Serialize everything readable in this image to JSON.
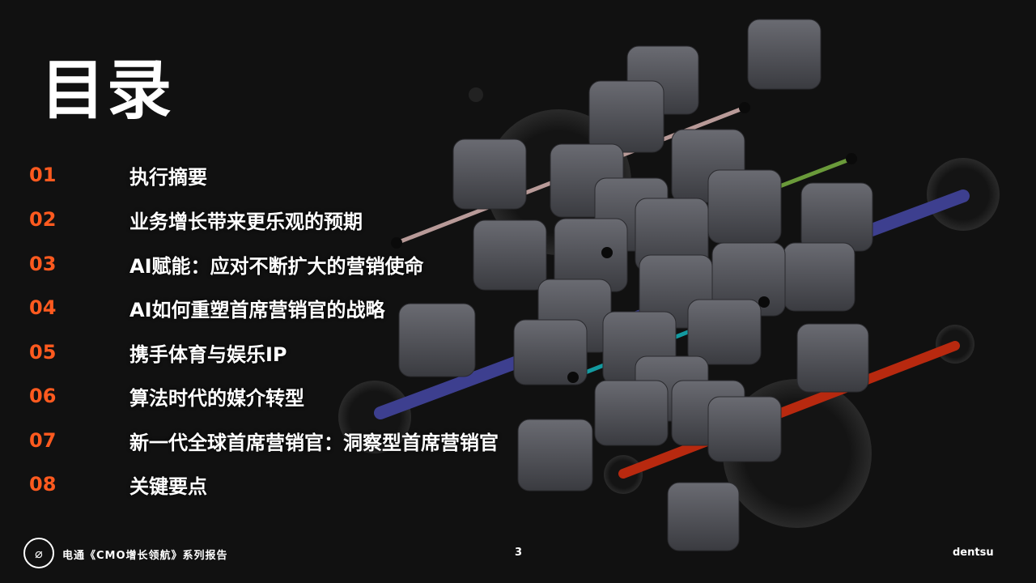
{
  "title": "目录",
  "toc": [
    {
      "num": "01",
      "label": "执行摘要"
    },
    {
      "num": "02",
      "label": "业务增长带来更乐观的预期"
    },
    {
      "num": "03",
      "label": "AI赋能：应对不断扩大的营销使命"
    },
    {
      "num": "04",
      "label": "AI如何重塑首席营销官的战略"
    },
    {
      "num": "05",
      "label": "携手体育与娱乐IP"
    },
    {
      "num": "06",
      "label": "算法时代的媒介转型"
    },
    {
      "num": "07",
      "label": "新一代全球首席营销官：洞察型首席营销官"
    },
    {
      "num": "08",
      "label": "关键要点"
    }
  ],
  "footer": {
    "report": "电通《CMO增长领航》系列报告",
    "page": "3",
    "brand": "dentsu"
  },
  "colors": {
    "accent": "#ff5a1f",
    "background": "#111111"
  }
}
